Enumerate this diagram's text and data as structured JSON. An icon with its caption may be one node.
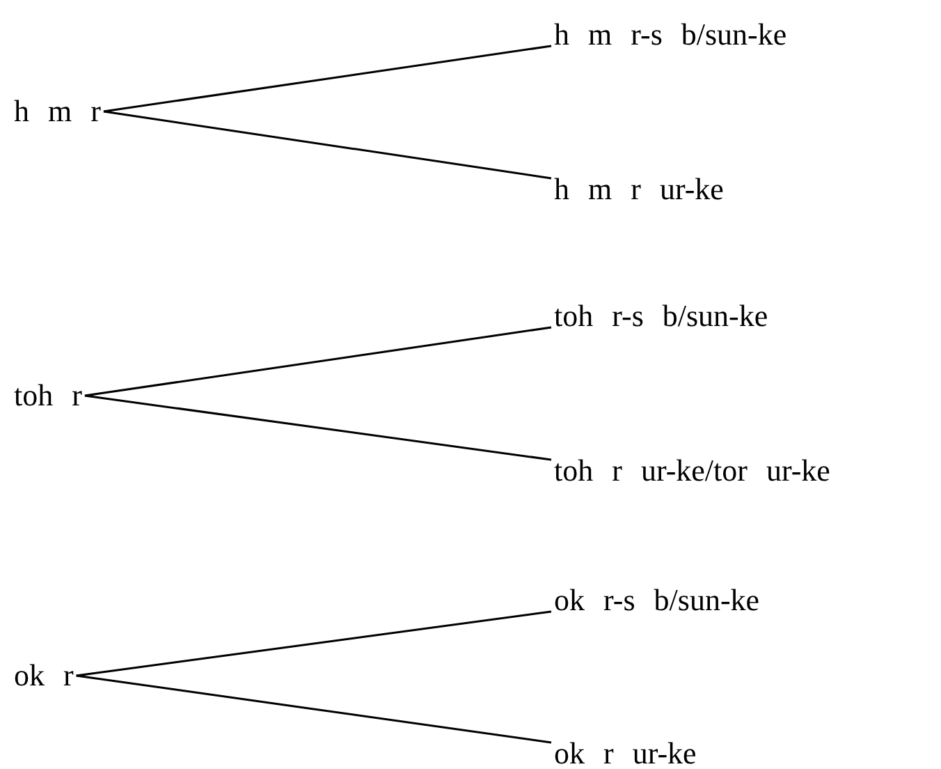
{
  "diagram": {
    "nodes": [
      {
        "text": [
          "h m r"
        ]
      },
      {
        "text": [
          "h m r-s b/sun-ke"
        ]
      },
      {
        "text": [
          "h m r ur-ke"
        ]
      },
      {
        "text": [
          "toh r"
        ]
      },
      {
        "text": [
          "toh r-s b/sun-ke"
        ]
      },
      {
        "text": [
          "toh r ur-ke/tor ur-ke"
        ]
      },
      {
        "text": [
          "ok r"
        ]
      },
      {
        "text": [
          "ok r-s b/sun-ke"
        ]
      },
      {
        "text": [
          "ok r ur-ke"
        ]
      }
    ],
    "edges": [
      {
        "from": 0,
        "to": 1,
        "arrow": "none"
      },
      {
        "from": 0,
        "to": 2,
        "arrow": "none"
      },
      {
        "from": 3,
        "to": 4,
        "arrow": "none"
      },
      {
        "from": 3,
        "to": 5,
        "arrow": "none"
      },
      {
        "from": 6,
        "to": 7,
        "arrow": "none"
      },
      {
        "from": 6,
        "to": 8,
        "arrow": "none"
      }
    ]
  }
}
